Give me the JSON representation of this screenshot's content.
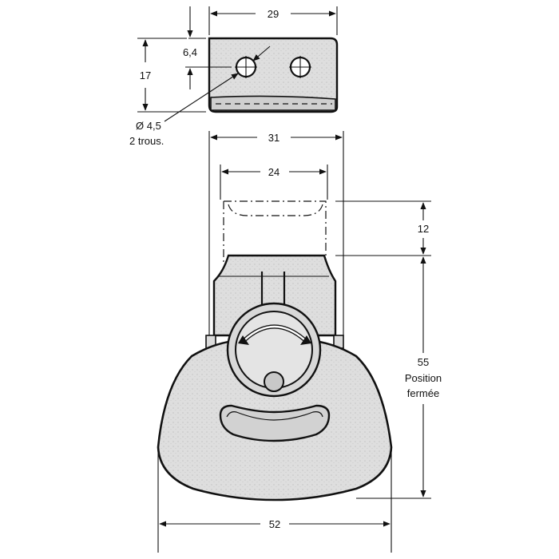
{
  "labels": {
    "top_width": "29",
    "hole_offset": "6,4",
    "bracket_height": "17",
    "hole_diameter": "Ø 4,5",
    "hole_count": "2 trous.",
    "housing_width": "31",
    "inner_width": "24",
    "stroke": "12",
    "closed_height": "55",
    "closed_caption_1": "Position",
    "closed_caption_2": "fermée",
    "base_width": "52"
  },
  "colors": {
    "line": "#111111",
    "body": "#dcdcdc",
    "background": "#ffffff"
  }
}
